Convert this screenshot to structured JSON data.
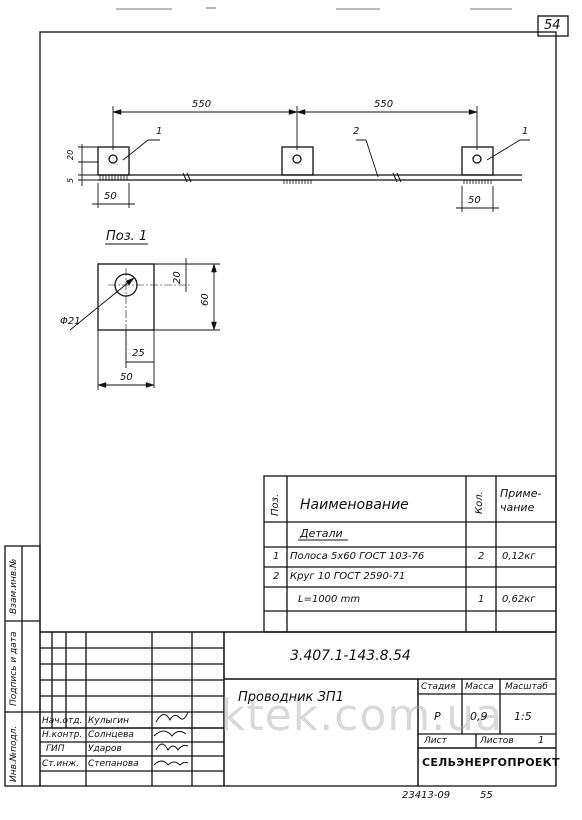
{
  "sheet": {
    "number": "54"
  },
  "top_view": {
    "dim_left": "550",
    "dim_right": "550",
    "dim_flat_left": "50",
    "dim_flat_right": "50",
    "dim_height": "20",
    "dim_thick": "5",
    "callout_1_left": "1",
    "callout_2": "2",
    "callout_1_right": "1"
  },
  "detail": {
    "title": "Поз. 1",
    "dim_hole_offset": "20",
    "dim_height": "60",
    "dim_hole_dia": "Φ21",
    "dim_hole_x": "25",
    "dim_width": "50"
  },
  "spec_table": {
    "headers": {
      "pos": "Поз.",
      "name": "Наименование",
      "qty": "Кол.",
      "note": "Приме-\nчание"
    },
    "section": "Детали",
    "rows": [
      {
        "pos": "1",
        "name": "Полоса 5x60  ГОСТ 103-76",
        "qty": "2",
        "note": "0,12кг"
      },
      {
        "pos": "2",
        "name": "Круг 10  ГОСТ 2590-71",
        "qty": "",
        "note": ""
      },
      {
        "pos": "",
        "name": "L=1000 mm",
        "qty": "1",
        "note": "0,62кг"
      }
    ]
  },
  "side_stamp": {
    "field1": "Взам.инв.№",
    "field2": "Подпись и дата",
    "field3": "Инв.№подл."
  },
  "title_block": {
    "document_code": "3.407.1-143.8.54",
    "title": "Проводник ЗП1",
    "stage_label": "Стадия",
    "mass_label": "Масса",
    "scale_label": "Масштаб",
    "stage": "Р",
    "mass": "0,9",
    "scale": "1:5",
    "sheet_label": "Лист",
    "sheets_label": "Листов",
    "sheets_count": "1",
    "organization": "СЕЛЬЭНЕРГОПРОЕКТ",
    "signers": [
      {
        "role": "Нач.отд.",
        "name": "Кулыгин"
      },
      {
        "role": "Н.контр.",
        "name": "Солнцева"
      },
      {
        "role": "ГИП",
        "name": "Ударов"
      },
      {
        "role": "Ст.инж.",
        "name": "Степанова"
      }
    ]
  },
  "footer": {
    "archive_no": "23413-09",
    "page": "55"
  },
  "watermark": "ktek.com.ua"
}
